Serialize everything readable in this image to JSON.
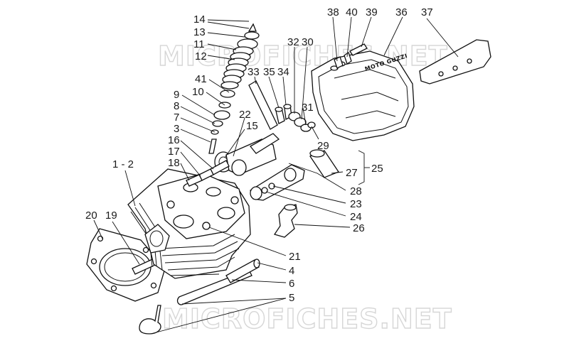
{
  "watermark": {
    "top": "MICROFICHES.NET",
    "bottom": "MICROFICHES.NET"
  },
  "cover_brand": "MOTO GUZZI",
  "callouts": [
    {
      "id": "c14",
      "label": "14"
    },
    {
      "id": "c13",
      "label": "13"
    },
    {
      "id": "c11",
      "label": "11"
    },
    {
      "id": "c12",
      "label": "12"
    },
    {
      "id": "c41",
      "label": "41"
    },
    {
      "id": "c10",
      "label": "10"
    },
    {
      "id": "c9",
      "label": "9"
    },
    {
      "id": "c8",
      "label": "8"
    },
    {
      "id": "c7",
      "label": "7"
    },
    {
      "id": "c3",
      "label": "3"
    },
    {
      "id": "c16",
      "label": "16"
    },
    {
      "id": "c17",
      "label": "17"
    },
    {
      "id": "c18",
      "label": "18"
    },
    {
      "id": "c1-2",
      "label": "1 - 2"
    },
    {
      "id": "c20",
      "label": "20"
    },
    {
      "id": "c19",
      "label": "19"
    },
    {
      "id": "c22",
      "label": "22"
    },
    {
      "id": "c15",
      "label": "15"
    },
    {
      "id": "c33",
      "label": "33"
    },
    {
      "id": "c35",
      "label": "35"
    },
    {
      "id": "c34",
      "label": "34"
    },
    {
      "id": "c32",
      "label": "32"
    },
    {
      "id": "c30",
      "label": "30"
    },
    {
      "id": "c31",
      "label": "31"
    },
    {
      "id": "c29",
      "label": "29"
    },
    {
      "id": "c38",
      "label": "38"
    },
    {
      "id": "c40",
      "label": "40"
    },
    {
      "id": "c39",
      "label": "39"
    },
    {
      "id": "c36",
      "label": "36"
    },
    {
      "id": "c37",
      "label": "37"
    },
    {
      "id": "c25",
      "label": "25"
    },
    {
      "id": "c27",
      "label": "27"
    },
    {
      "id": "c28",
      "label": "28"
    },
    {
      "id": "c23",
      "label": "23"
    },
    {
      "id": "c24",
      "label": "24"
    },
    {
      "id": "c26",
      "label": "26"
    },
    {
      "id": "c21",
      "label": "21"
    },
    {
      "id": "c4",
      "label": "4"
    },
    {
      "id": "c6",
      "label": "6"
    },
    {
      "id": "c5",
      "label": "5"
    }
  ]
}
